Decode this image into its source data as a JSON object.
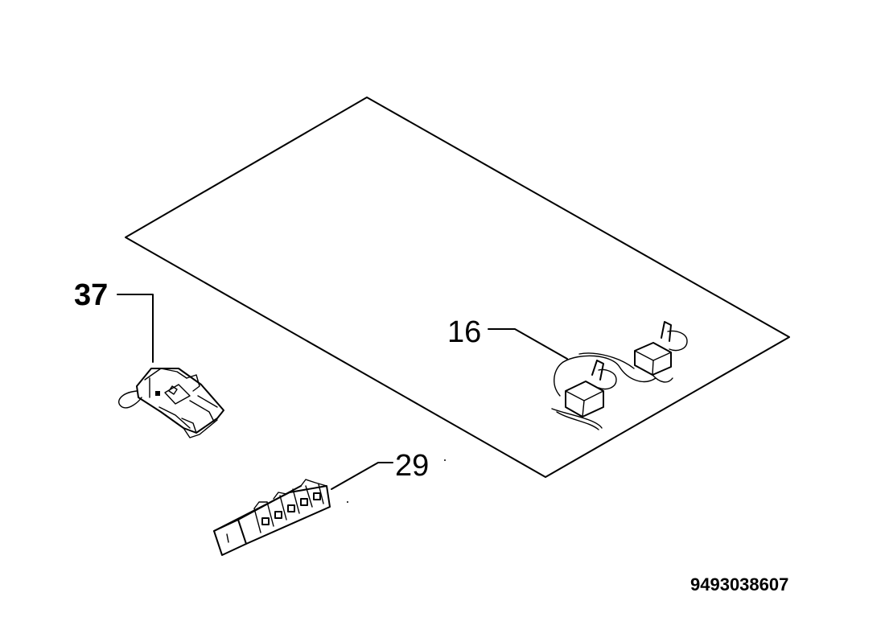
{
  "callouts": {
    "c37": "37",
    "c16": "16",
    "c29": "29"
  },
  "document_number": "9493038607"
}
